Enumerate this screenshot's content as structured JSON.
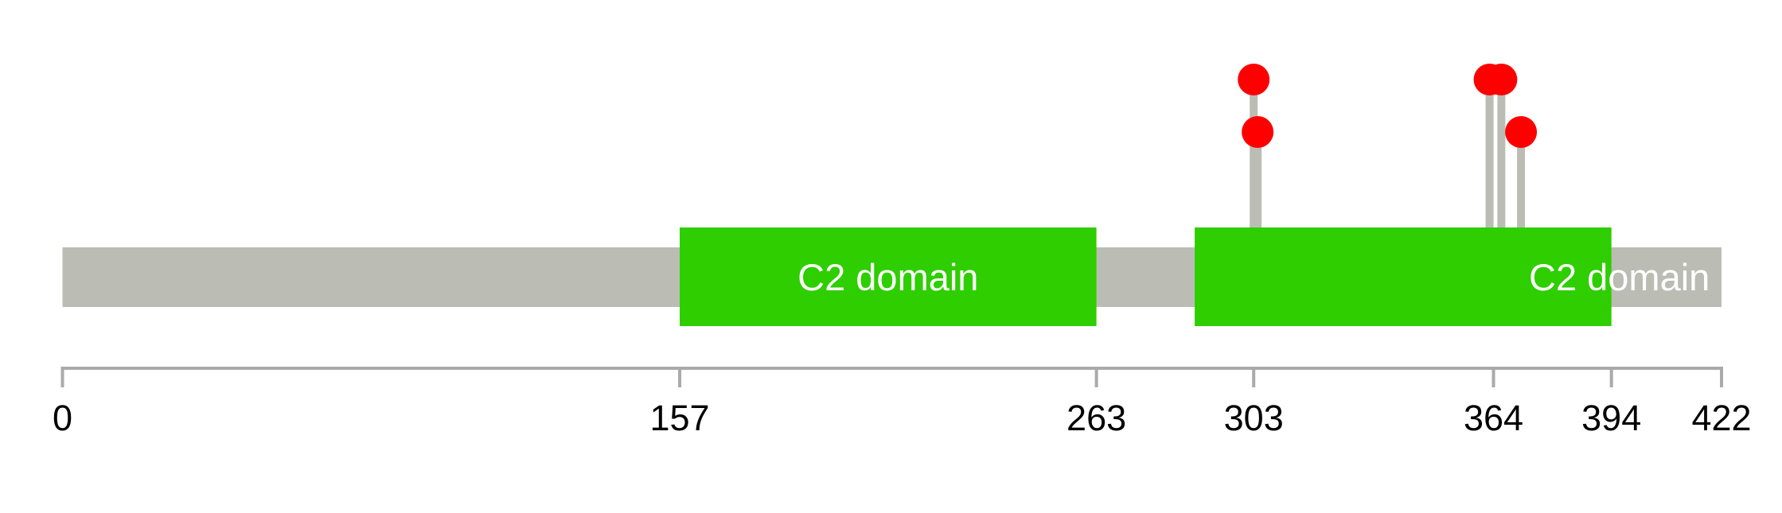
{
  "chart_data": {
    "type": "lollipop",
    "title": "",
    "protein_length": 422,
    "domains": [
      {
        "name": "C2 domain",
        "start": 157,
        "end": 263
      },
      {
        "name": "C2 domain",
        "start": 288,
        "end": 394
      }
    ],
    "mutations": [
      {
        "position": 303,
        "level": 2
      },
      {
        "position": 304,
        "level": 1
      },
      {
        "position": 363,
        "level": 2
      },
      {
        "position": 366,
        "level": 2
      },
      {
        "position": 371,
        "level": 1
      }
    ],
    "tick_labels": [
      "0",
      "157",
      "263",
      "303",
      "364",
      "394",
      "422"
    ],
    "ticks": [
      0,
      157,
      263,
      303,
      364,
      394,
      422
    ],
    "colors": {
      "backbone": "#BBBDB5",
      "domain": "#2ECE00",
      "mutation": "#FF0000",
      "axis": "#AAAAAA",
      "domain_text": "#FFFFFF"
    }
  }
}
